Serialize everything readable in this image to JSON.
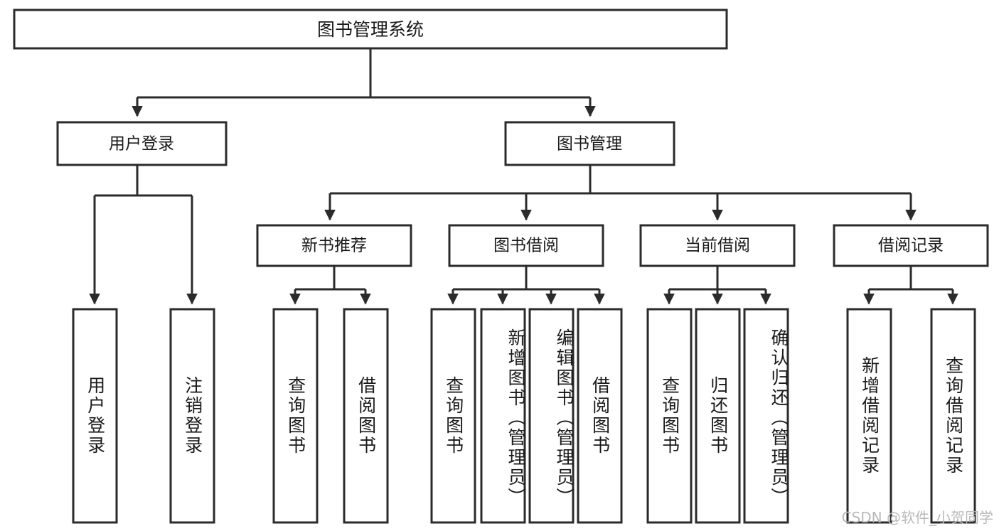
{
  "diagram": {
    "type": "hierarchy-tree",
    "root": {
      "label": "图书管理系统"
    },
    "level1": [
      {
        "label": "用户登录"
      },
      {
        "label": "图书管理"
      }
    ],
    "level2": [
      {
        "label": "新书推荐"
      },
      {
        "label": "图书借阅"
      },
      {
        "label": "当前借阅"
      },
      {
        "label": "借阅记录"
      }
    ],
    "leaves": {
      "user_login": [
        {
          "label": "用户登录"
        },
        {
          "label": "注销登录"
        }
      ],
      "new_book_recommend": [
        {
          "label": "查询图书"
        },
        {
          "label": "借阅图书"
        }
      ],
      "book_borrow": [
        {
          "label": "查询图书"
        },
        {
          "label": "新增图书（管理员）"
        },
        {
          "label": "编辑图书（管理员）"
        },
        {
          "label": "借阅图书"
        }
      ],
      "current_borrow": [
        {
          "label": "查询图书"
        },
        {
          "label": "归还图书"
        },
        {
          "label": "确认归还（管理员）"
        }
      ],
      "borrow_record": [
        {
          "label": "新增借阅记录"
        },
        {
          "label": "查询借阅记录"
        }
      ]
    }
  },
  "watermark": {
    "text": "CSDN @软件_小贺同学"
  },
  "colors": {
    "stroke": "#2b2b2b",
    "fill": "#ffffff",
    "text": "#1a1a1a",
    "watermark": "#b9b9b9"
  }
}
